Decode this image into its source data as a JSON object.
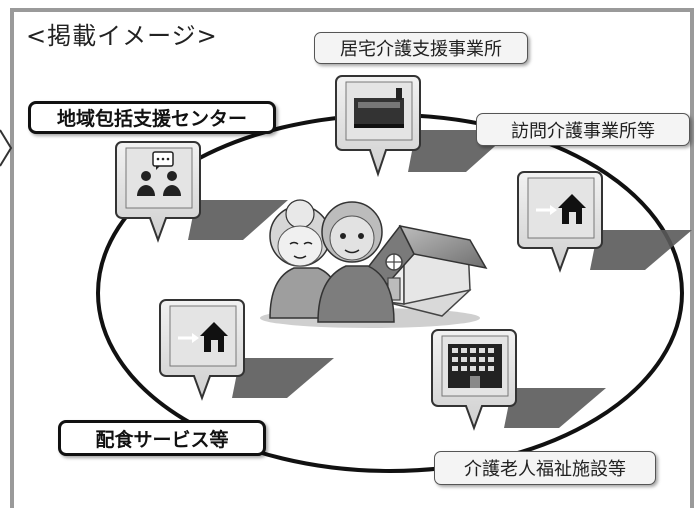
{
  "title": "<掲載イメージ>",
  "labels": {
    "chiiki": "地域包括支援センター",
    "kyotaku": "居宅介護支援事業所",
    "houmon": "訪問介護事業所等",
    "haishoku": "配食サービス等",
    "kaigo": "介護老人福祉施設等"
  },
  "icons": {
    "chiiki": "consultation-people-icon",
    "kyotaku": "office-desk-icon",
    "houmon": "home-visit-icon",
    "haishoku": "home-delivery-icon",
    "kaigo": "care-facility-building-icon",
    "center": "elderly-couple-and-house-icon"
  }
}
